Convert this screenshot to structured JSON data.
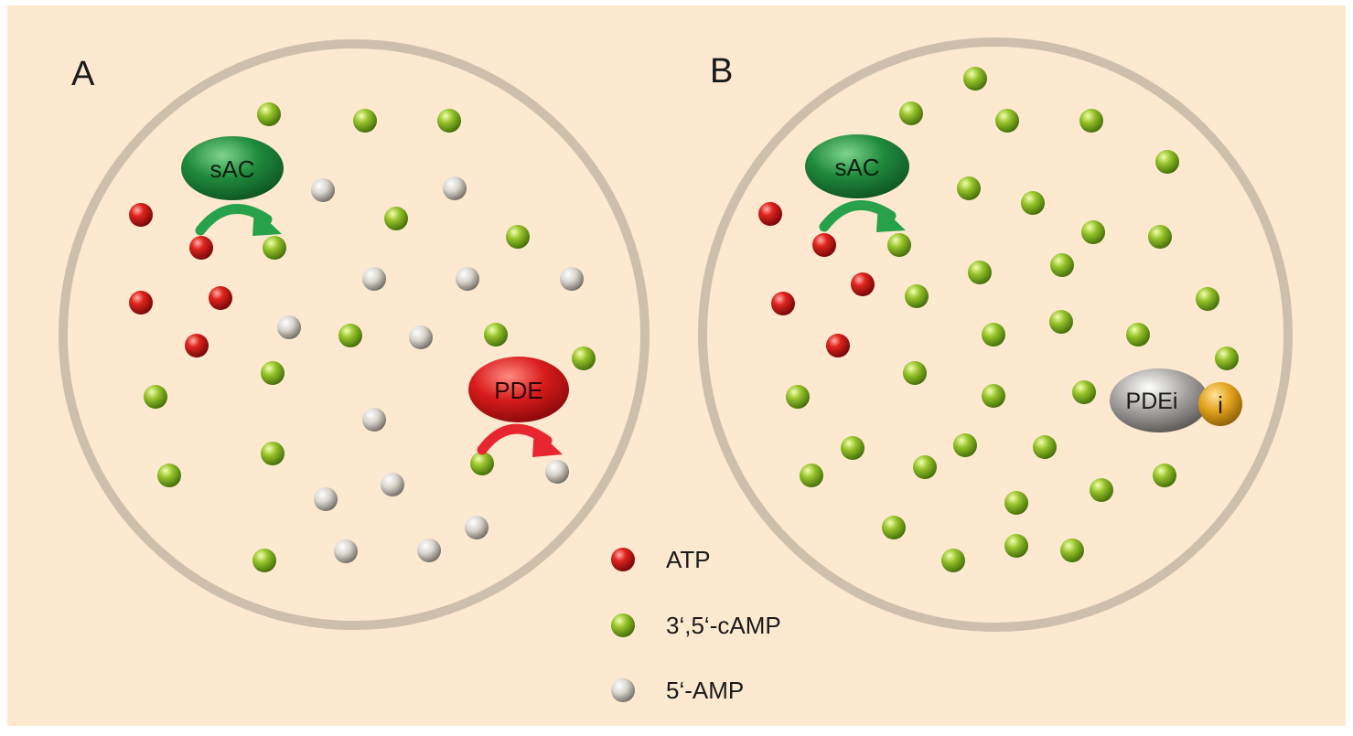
{
  "colors": {
    "background": "#fde9cf",
    "cell_ring": "#cdbfac",
    "atp": "#d61a1a",
    "camp": "#8fbe2a",
    "amp": "#d8d4cc",
    "sac": "#1e8a3e",
    "pde": "#d61a1a",
    "pdei": "#9a9a9a",
    "inhibitor": "#e0a21e",
    "sac_arrow": "#27a24a",
    "pde_arrow": "#e8262f"
  },
  "panel_a": {
    "label": "A",
    "enzyme_sac": "sAC",
    "enzyme_pde": "PDE"
  },
  "panel_b": {
    "label": "B",
    "enzyme_sac": "sAC",
    "enzyme_pdei": "PDEi",
    "inhibitor": "i"
  },
  "legend": [
    {
      "kind": "atp",
      "label": "ATP"
    },
    {
      "kind": "camp",
      "label": "3‘,5‘-cAMP"
    },
    {
      "kind": "amp",
      "label": "5‘-AMP"
    }
  ]
}
